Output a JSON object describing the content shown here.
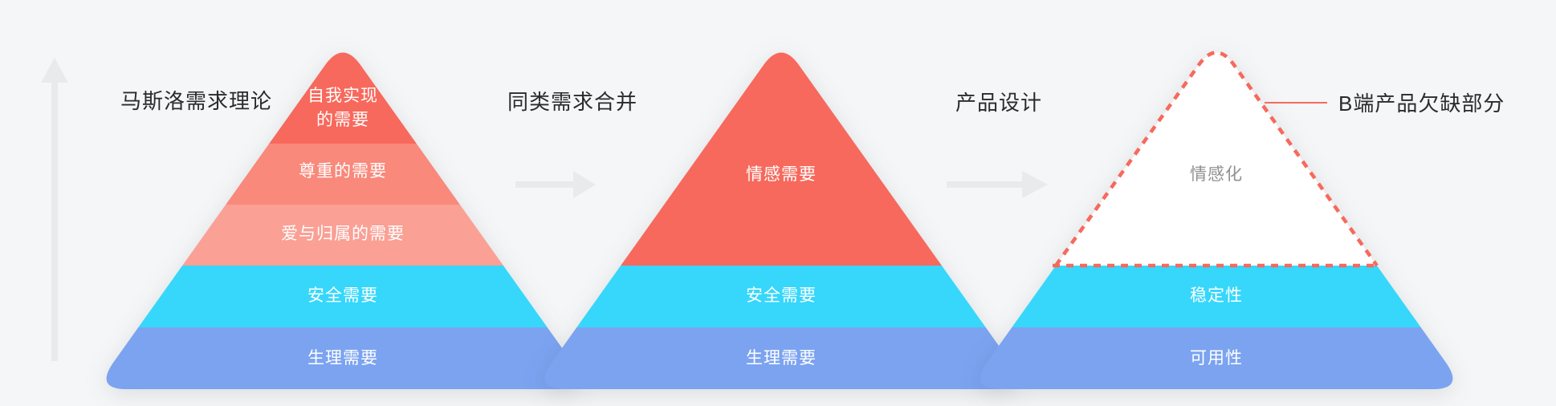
{
  "colors": {
    "background": "#f5f6f7",
    "coral": "#f7695c",
    "coral_light": "#f9897b",
    "coral_lighter": "#faa095",
    "cyan": "#36d7fb",
    "blue": "#7ba3f0",
    "white": "#ffffff",
    "arrow_gray": "#e9eaec",
    "heading_text": "#2b2b2b",
    "muted_text": "#909090"
  },
  "stages": [
    {
      "label": "马斯洛需求理论"
    },
    {
      "label": "同类需求合并"
    },
    {
      "label": "产品设计"
    }
  ],
  "pyramids": [
    {
      "name": "maslow-hierarchy",
      "levels": [
        {
          "label": "自我实现\n的需要",
          "color": "#f7695c"
        },
        {
          "label": "尊重的需要",
          "color": "#f9897b"
        },
        {
          "label": "爱与归属的需要",
          "color": "#faa095"
        },
        {
          "label": "安全需要",
          "color": "#36d7fb"
        },
        {
          "label": "生理需要",
          "color": "#7ba3f0"
        }
      ]
    },
    {
      "name": "merged-needs",
      "levels": [
        {
          "label": "情感需要",
          "color": "#f7695c"
        },
        {
          "label": "安全需要",
          "color": "#36d7fb"
        },
        {
          "label": "生理需要",
          "color": "#7ba3f0"
        }
      ]
    },
    {
      "name": "product-design",
      "levels": [
        {
          "label": "情感化",
          "color": "#ffffff",
          "dashed": true
        },
        {
          "label": "稳定性",
          "color": "#36d7fb"
        },
        {
          "label": "可用性",
          "color": "#7ba3f0"
        }
      ]
    }
  ],
  "annotation": {
    "label": "B端产品欠缺部分",
    "line_color": "#f7695c"
  },
  "icons": {
    "vertical_axis": "up-arrow-icon",
    "flow": "right-arrow-icon"
  }
}
